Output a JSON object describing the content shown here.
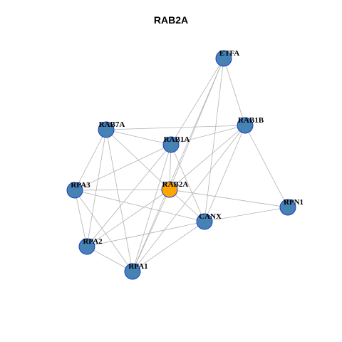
{
  "title": "RAB2A",
  "colors": {
    "node_default": "#4682b4",
    "node_focus": "#ffa500",
    "node_border": "#1f3fbf",
    "edge": "#b3b3b3"
  },
  "nodes": [
    {
      "id": "ETFA",
      "label": "ETFA",
      "focus": false
    },
    {
      "id": "RAB7A",
      "label": "RAB7A",
      "focus": false
    },
    {
      "id": "RAB1B",
      "label": "RAB1B",
      "focus": false
    },
    {
      "id": "RAB1A",
      "label": "RAB1A",
      "focus": false
    },
    {
      "id": "RPA3",
      "label": "RPA3",
      "focus": false
    },
    {
      "id": "RAB2A",
      "label": "RAB2A",
      "focus": true
    },
    {
      "id": "RPN1",
      "label": "RPN1",
      "focus": false
    },
    {
      "id": "CANX",
      "label": "CANX",
      "focus": false
    },
    {
      "id": "RPA2",
      "label": "RPA2",
      "focus": false
    },
    {
      "id": "RPA1",
      "label": "RPA1",
      "focus": false
    }
  ],
  "edges": [
    [
      "ETFA",
      "RAB1B"
    ],
    [
      "ETFA",
      "RAB1A"
    ],
    [
      "ETFA",
      "RAB2A"
    ],
    [
      "ETFA",
      "CANX"
    ],
    [
      "ETFA",
      "RPA1"
    ],
    [
      "RAB7A",
      "RAB1B"
    ],
    [
      "RAB7A",
      "RAB1A"
    ],
    [
      "RAB7A",
      "RPA3"
    ],
    [
      "RAB7A",
      "RAB2A"
    ],
    [
      "RAB7A",
      "RPA2"
    ],
    [
      "RAB7A",
      "RPA1"
    ],
    [
      "RAB1B",
      "RAB1A"
    ],
    [
      "RAB1B",
      "RAB2A"
    ],
    [
      "RAB1B",
      "CANX"
    ],
    [
      "RAB1B",
      "RPN1"
    ],
    [
      "RAB1B",
      "RPA1"
    ],
    [
      "RAB1A",
      "RPA3"
    ],
    [
      "RAB1A",
      "RAB2A"
    ],
    [
      "RAB1A",
      "CANX"
    ],
    [
      "RAB1A",
      "RPA2"
    ],
    [
      "RAB1A",
      "RPA1"
    ],
    [
      "RPA3",
      "RAB2A"
    ],
    [
      "RPA3",
      "CANX"
    ],
    [
      "RPA3",
      "RPA2"
    ],
    [
      "RPA3",
      "RPA1"
    ],
    [
      "RAB2A",
      "RPN1"
    ],
    [
      "RAB2A",
      "CANX"
    ],
    [
      "RAB2A",
      "RPA2"
    ],
    [
      "RAB2A",
      "RPA1"
    ],
    [
      "RPN1",
      "CANX"
    ],
    [
      "CANX",
      "RPA2"
    ],
    [
      "CANX",
      "RPA1"
    ],
    [
      "RPA2",
      "RPA1"
    ]
  ]
}
